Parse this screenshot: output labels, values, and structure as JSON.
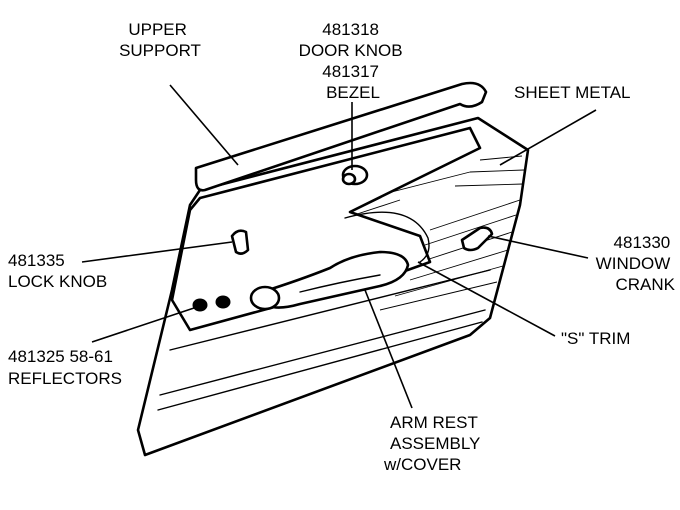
{
  "labels": {
    "upper_support": [
      "UPPER",
      "SUPPORT"
    ],
    "door_knob_bezel": [
      "481318",
      "DOOR KNOB",
      "481317",
      "BEZEL"
    ],
    "sheet_metal": [
      "SHEET METAL"
    ],
    "lock_knob": [
      "481335",
      "LOCK KNOB"
    ],
    "window_crank": [
      "481330",
      "WINDOW",
      "CRANK"
    ],
    "s_trim": [
      "\"S\" TRIM"
    ],
    "reflectors": [
      "481325  58-61",
      "REFLECTORS"
    ],
    "arm_rest": [
      "ARM REST",
      "ASSEMBLY",
      "w/COVER"
    ]
  }
}
